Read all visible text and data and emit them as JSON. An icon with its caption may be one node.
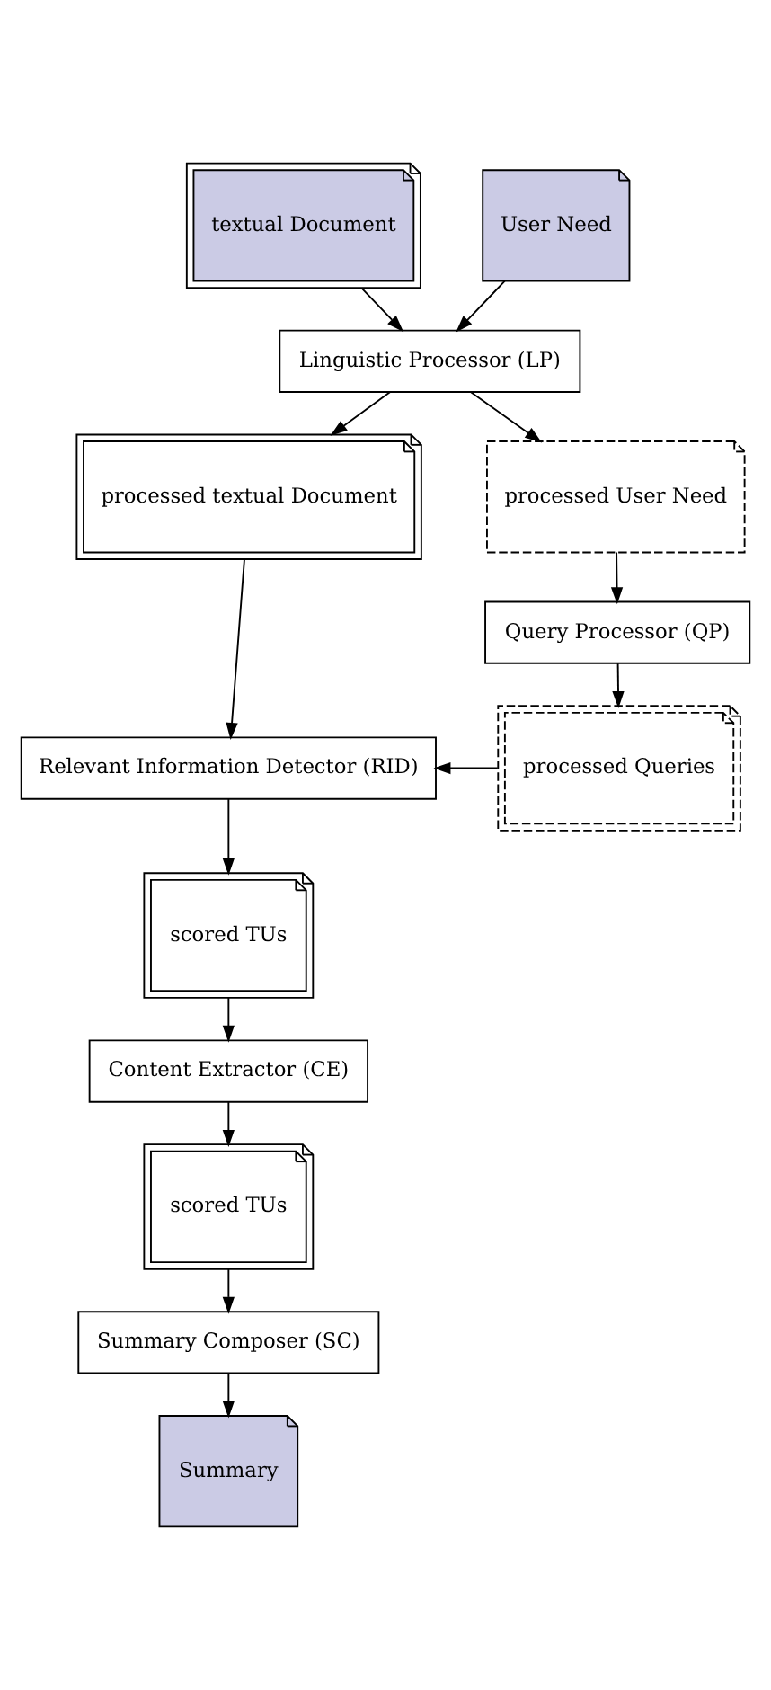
{
  "diagram": {
    "nodes": [
      {
        "text": [
          "textual Document"
        ]
      },
      {
        "text": [
          "User Need"
        ]
      },
      {
        "text": [
          "Linguistic Processor (LP)"
        ]
      },
      {
        "text": [
          "processed textual Document"
        ]
      },
      {
        "text": [
          "processed User Need"
        ]
      },
      {
        "text": [
          "Query Processor (QP)"
        ]
      },
      {
        "text": [
          "Relevant Information Detector (RID)"
        ]
      },
      {
        "text": [
          "processed Queries"
        ]
      },
      {
        "text": [
          "scored TUs"
        ]
      },
      {
        "text": [
          "Content Extractor (CE)"
        ]
      },
      {
        "text": [
          "scored TUs"
        ]
      },
      {
        "text": [
          "Summary Composer (SC)"
        ]
      },
      {
        "text": [
          "Summary"
        ]
      }
    ],
    "edges": [
      {
        "from": 0,
        "to": 2,
        "arrow": "to"
      },
      {
        "from": 1,
        "to": 2,
        "arrow": "to"
      },
      {
        "from": 2,
        "to": 3,
        "arrow": "to"
      },
      {
        "from": 2,
        "to": 4,
        "arrow": "to"
      },
      {
        "from": 4,
        "to": 5,
        "arrow": "to"
      },
      {
        "from": 3,
        "to": 6,
        "arrow": "to"
      },
      {
        "from": 5,
        "to": 7,
        "arrow": "to"
      },
      {
        "from": 7,
        "to": 6,
        "arrow": "to"
      },
      {
        "from": 6,
        "to": 8,
        "arrow": "to"
      },
      {
        "from": 8,
        "to": 9,
        "arrow": "to"
      },
      {
        "from": 9,
        "to": 10,
        "arrow": "to"
      },
      {
        "from": 10,
        "to": 11,
        "arrow": "to"
      },
      {
        "from": 11,
        "to": 12,
        "arrow": "to"
      }
    ]
  }
}
